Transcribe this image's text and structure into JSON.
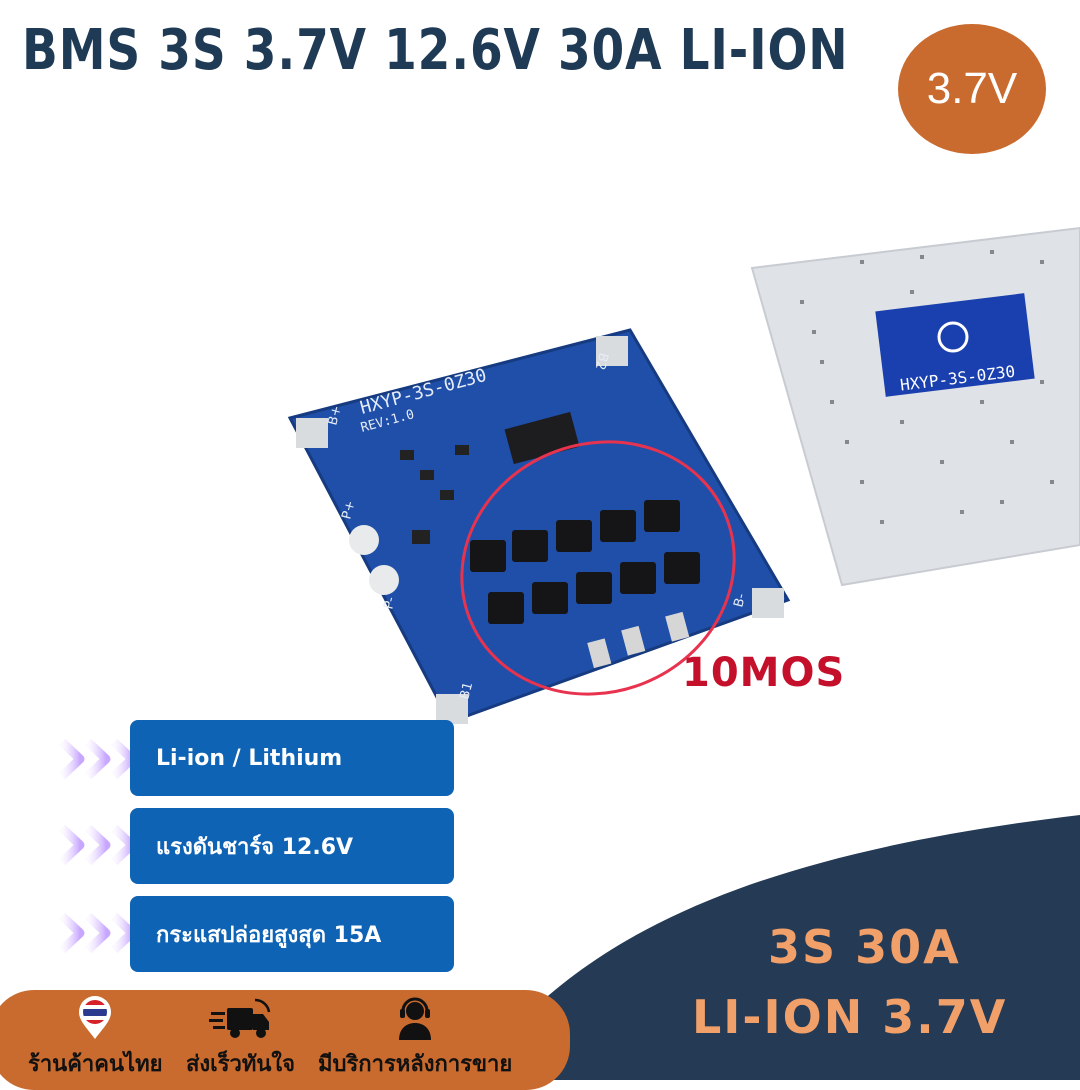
{
  "header": {
    "title": "BMS 3S 3.7V 12.6V 30A LI-ION",
    "voltage_badge": "3.7V"
  },
  "product": {
    "board_label_left": "HXYP-3S-0Z30",
    "board_rev": "REV:1.0",
    "board_label_right": "HXYP-3S-0Z30",
    "mos_callout": "10MOS",
    "pad_labels": [
      "B+",
      "B2",
      "P+",
      "P-",
      "B-",
      "B1"
    ]
  },
  "features": [
    {
      "label": "Li-ion / Lithium"
    },
    {
      "label": "แรงดันชาร์จ 12.6V"
    },
    {
      "label": "กระแสปล่อยสูงสุด 15A"
    }
  ],
  "specs": {
    "line1": "3S 30A",
    "line2": "LI-ION 3.7V"
  },
  "bottom_bar": {
    "items": [
      {
        "label": "ร้านค้าคนไทย",
        "icon": "thai-flag-pin-icon"
      },
      {
        "label": "ส่งเร็วทันใจ",
        "icon": "delivery-truck-icon"
      },
      {
        "label": "มีบริการหลังการขาย",
        "icon": "support-agent-icon"
      }
    ]
  },
  "colors": {
    "title": "#1f3a55",
    "accent_orange": "#c96a2e",
    "spec_text": "#f2a06a",
    "navy": "#243a55",
    "feature_blue": "#0e63b4",
    "callout_red": "#c4102a",
    "board_blue": "#1f4fa8"
  }
}
